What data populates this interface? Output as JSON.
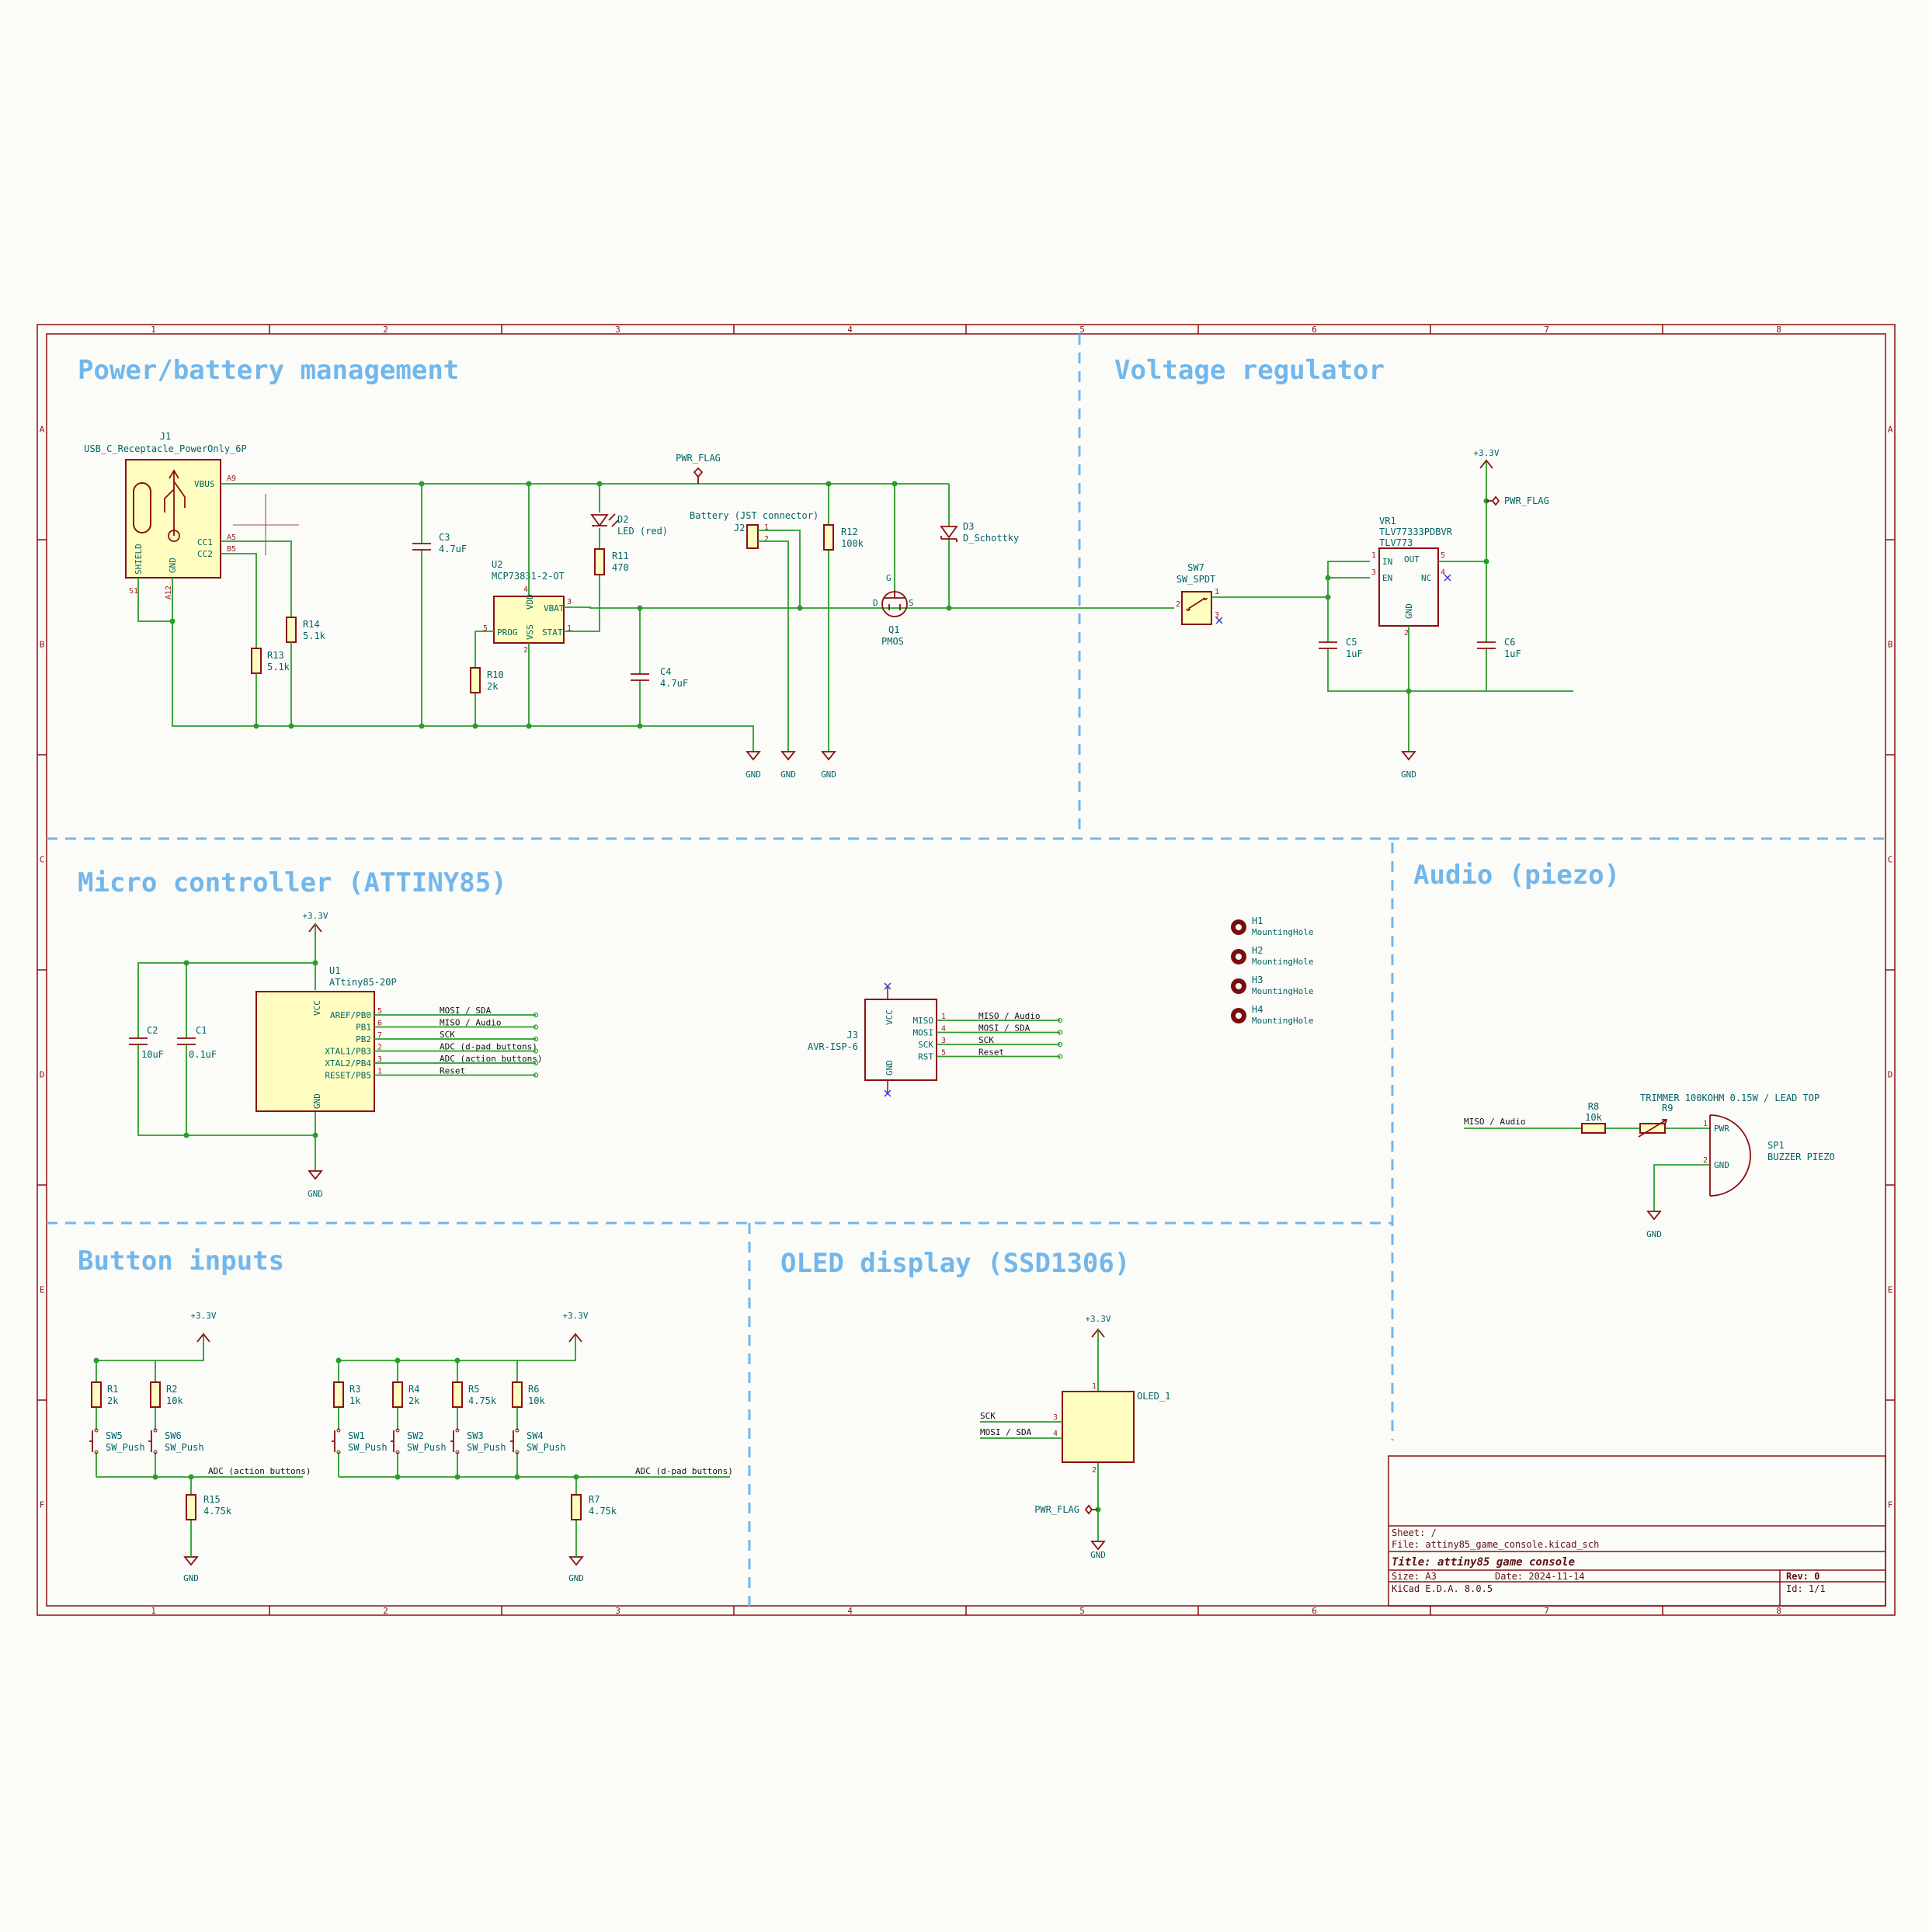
{
  "sheet": {
    "sections": {
      "power": "Power/battery management",
      "regulator": "Voltage regulator",
      "mcu": "Micro controller (ATTINY85)",
      "audio": "Audio (piezo)",
      "buttons": "Button inputs",
      "oled": "OLED display (SSD1306)"
    },
    "coords": {
      "cols": [
        "1",
        "2",
        "3",
        "4",
        "5",
        "6",
        "7",
        "8"
      ],
      "rows": [
        "A",
        "B",
        "C",
        "D",
        "E",
        "F"
      ]
    },
    "power": {
      "j1_ref": "J1",
      "j1_val": "USB_C_Receptacle_PowerOnly_6P",
      "j1_pins": {
        "vbus": "VBUS",
        "cc1": "CC1",
        "cc2": "CC2",
        "shield": "SHIELD",
        "gnd": "GND",
        "a9": "A9",
        "a5": "A5",
        "b5": "B5",
        "s1": "S1",
        "a12": "A12"
      },
      "pwr_flag": "PWR_FLAG",
      "c3_ref": "C3",
      "c3_val": "4.7uF",
      "u2_ref": "U2",
      "u2_val": "MCP73831-2-OT",
      "u2_pins": {
        "vdd": "VDD",
        "vbat": "VBAT",
        "prog": "PROG",
        "vss": "VSS",
        "stat": "STAT",
        "p1": "1",
        "p2": "2",
        "p3": "3",
        "p4": "4",
        "p5": "5"
      },
      "d2_ref": "D2",
      "d2_val": "LED (red)",
      "r11_ref": "R11",
      "r11_val": "470",
      "r10_ref": "R10",
      "r10_val": "2k",
      "r13_ref": "R13",
      "r13_val": "5.1k",
      "r14_ref": "R14",
      "r14_val": "5.1k",
      "c4_ref": "C4",
      "c4_val": "4.7uF",
      "j2_ref": "J2",
      "j2_val": "Battery (JST connector)",
      "r12_ref": "R12",
      "r12_val": "100k",
      "d3_ref": "D3",
      "d3_val": "D_Schottky",
      "q1_ref": "Q1",
      "q1_val": "PMOS",
      "q1_pins": {
        "g": "G",
        "d": "D",
        "s": "S"
      },
      "gnd": "GND"
    },
    "regulator": {
      "sw7_ref": "SW7",
      "sw7_val": "SW_SPDT",
      "vr1_ref": "VR1",
      "vr1_val": "TLV77333PDBVR",
      "vr1_val2": "TLV773",
      "vr1_pins": {
        "in": "IN",
        "en": "EN",
        "out": "OUT",
        "nc": "NC",
        "gnd": "GND"
      },
      "c5_ref": "C5",
      "c5_val": "1uF",
      "c6_ref": "C6",
      "c6_val": "1uF",
      "v33": "+3.3V",
      "pwr_flag": "PWR_FLAG",
      "gnd": "GND"
    },
    "mcu": {
      "v33": "+3.3V",
      "u1_ref": "U1",
      "u1_val": "ATtiny85-20P",
      "u1_pins": [
        "AREF/PB0",
        "PB1",
        "PB2",
        "XTAL1/PB3",
        "XTAL2/PB4",
        "RESET/PB5"
      ],
      "u1_pin_nums": [
        "5",
        "6",
        "7",
        "2",
        "3",
        "1"
      ],
      "u1_vcc": "VCC",
      "u1_gnd": "GND",
      "nets": [
        "MOSI / SDA",
        "MISO / Audio",
        "SCK",
        "ADC (d-pad buttons)",
        "ADC (action buttons)",
        "Reset"
      ],
      "c2_ref": "C2",
      "c2_val": "10uF",
      "c1_ref": "C1",
      "c1_val": "0.1uF",
      "gnd": "GND",
      "j3_ref": "J3",
      "j3_val": "AVR-ISP-6",
      "j3_pins": [
        "MISO",
        "MOSI",
        "SCK",
        "RST"
      ],
      "j3_nets": [
        "MISO / Audio",
        "MOSI / SDA",
        "SCK",
        "Reset"
      ],
      "holes": [
        {
          "ref": "H1",
          "val": "MountingHole"
        },
        {
          "ref": "H2",
          "val": "MountingHole"
        },
        {
          "ref": "H3",
          "val": "MountingHole"
        },
        {
          "ref": "H4",
          "val": "MountingHole"
        }
      ]
    },
    "audio": {
      "net": "MISO / Audio",
      "r8_ref": "R8",
      "r8_val": "10k",
      "r9_ref": "R9",
      "r9_val": "TRIMMER 100KOHM 0.15W / LEAD TOP",
      "sp1_ref": "SP1",
      "sp1_val": "BUZZER PIEZO",
      "sp1_pins": {
        "pwr": "PWR",
        "gnd": "GND"
      },
      "gnd": "GND"
    },
    "buttons": {
      "v33": "+3.3V",
      "left": {
        "res": [
          {
            "ref": "R1",
            "val": "2k"
          },
          {
            "ref": "R2",
            "val": "10k"
          }
        ],
        "sw": [
          {
            "ref": "SW5",
            "val": "SW_Push"
          },
          {
            "ref": "SW6",
            "val": "SW_Push"
          }
        ],
        "net": "ADC (action buttons)",
        "pd_ref": "R15",
        "pd_val": "4.75k"
      },
      "right": {
        "res": [
          {
            "ref": "R3",
            "val": "1k"
          },
          {
            "ref": "R4",
            "val": "2k"
          },
          {
            "ref": "R5",
            "val": "4.75k"
          },
          {
            "ref": "R6",
            "val": "10k"
          }
        ],
        "sw": [
          {
            "ref": "SW1",
            "val": "SW_Push"
          },
          {
            "ref": "SW2",
            "val": "SW_Push"
          },
          {
            "ref": "SW3",
            "val": "SW_Push"
          },
          {
            "ref": "SW4",
            "val": "SW_Push"
          }
        ],
        "net": "ADC (d-pad buttons)",
        "pd_ref": "R7",
        "pd_val": "4.75k"
      },
      "gnd": "GND"
    },
    "oled": {
      "v33": "+3.3V",
      "ref": "OLED_1",
      "sck": "SCK",
      "mosi": "MOSI / SDA",
      "pwr_flag": "PWR_FLAG",
      "gnd": "GND"
    },
    "title_block": {
      "sheet": "Sheet: /",
      "file": "File: attiny85_game_console.kicad_sch",
      "title": "Title: attiny85 game console",
      "size": "Size: A3",
      "date": "Date: 2024-11-14",
      "rev": "Rev: 0",
      "kicad": "KiCad E.D.A. 8.0.5",
      "id": "Id: 1/1"
    }
  }
}
